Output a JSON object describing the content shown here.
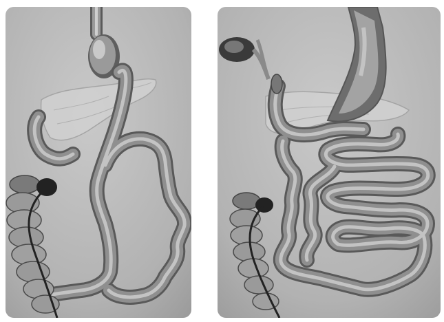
{
  "figure": {
    "panels": [
      {
        "id": "left",
        "depicts": "stomach-pancreas-small-intestine-colon"
      },
      {
        "id": "right",
        "depicts": "gallbladder-stomach-pancreas-small-intestine-colon"
      }
    ]
  },
  "colors": {
    "panel_background": "#b4b4b4",
    "tube_dark": "#5c5c5c",
    "tube_mid": "#8e8e8e",
    "tube_light": "#d4d4d4",
    "pancreas": "#cfcfcf",
    "background": "#ffffff"
  }
}
